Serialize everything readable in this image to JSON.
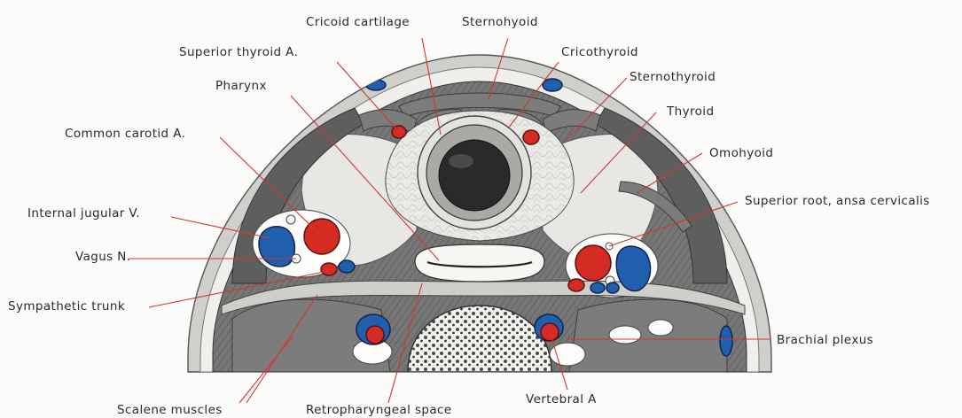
{
  "labels": {
    "cricoid_cartilage": "Cricoid cartilage",
    "sternohyoid": "Sternohyoid",
    "superior_thyroid_a": "Superior thyroid A.",
    "cricothyroid": "Cricothyroid",
    "pharynx": "Pharynx",
    "sternothyroid": "Sternothyroid",
    "thyroid": "Thyroid",
    "common_carotid_a": "Common carotid A.",
    "omohyoid": "Omohyoid",
    "internal_jugular_v": "Internal jugular V.",
    "superior_root_ansa": "Superior root, ansa cervicalis",
    "vagus_n": "Vagus N.",
    "sympathetic_trunk": "Sympathetic trunk",
    "brachial_plexus": "Brachial plexus",
    "scalene_muscles": "Scalene muscles",
    "retropharyngeal_space": "Retropharyngeal space",
    "vertebral_a": "Vertebral A"
  },
  "colors": {
    "artery": "#d42b22",
    "vein": "#1f5fae",
    "leader_line": "#d9332c",
    "muscle": "#7c7c7c",
    "tissue": "#e7e7e3"
  }
}
